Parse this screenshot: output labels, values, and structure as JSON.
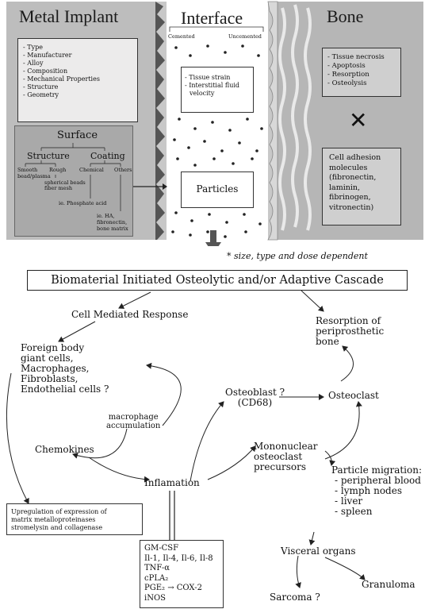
{
  "metal": {
    "title": "Metal Implant",
    "props": [
      "- Type",
      "- Manufacturer",
      "- Alloy",
      "- Composition",
      "- Mechanical Properties",
      "- Structure",
      "- Geometry"
    ],
    "surface": {
      "title": "Surface",
      "structure": "Structure",
      "coating": "Coating",
      "smooth": "Smooth",
      "rough": "Rough",
      "chemical": "Chemical",
      "others": "Others",
      "bead": "bead/plasma",
      "spherical": "spherical beads",
      "fiber": "fiber mesh",
      "phosphate": "ie. Phosphate acid",
      "ha": "ie. HA, fibronectin, bone matrix"
    }
  },
  "interface": {
    "title": "Interface",
    "cemented": "Cemented",
    "uncemented": "Uncemented",
    "strain_lines": [
      "- Tissue strain",
      "- Interstitial fluid",
      "  velocity"
    ],
    "particles": "Particles"
  },
  "bone": {
    "title": "Bone",
    "effects": [
      "- Tissue necrosis",
      "- Apoptosis",
      "- Resorption",
      "- Osteolysis"
    ],
    "cross": "✕",
    "adhesion": [
      "Cell adhesion",
      "molecules",
      "(fibronectin,",
      "laminin,",
      "fibrinogen,",
      "vitronectin)"
    ]
  },
  "note": "* size, type and dose dependent",
  "cascade_title": "Biomaterial Initiated Osteolytic and/or Adaptive Cascade",
  "nodes": {
    "cell_mediated": "Cell Mediated Response",
    "foreign_body": [
      "Foreign body",
      "giant cells,",
      "Macrophages,",
      "Fibroblasts,",
      "Endothelial cells ?"
    ],
    "macrophage_acc": [
      "macrophage",
      "accumulation"
    ],
    "chemokines": "Chemokines",
    "inflamation": "Inflamation",
    "osteoblast": [
      "Osteoblast ?",
      "(CD68)"
    ],
    "osteoclast": "Osteoclast",
    "resorption": [
      "Resorption of",
      "periprosthetic",
      "bone"
    ],
    "mononuclear": [
      "Mononuclear",
      "osteoclast",
      "precursors"
    ],
    "migration": [
      "Particle migration:",
      "- peripheral blood",
      "- lymph nodes",
      "- liver",
      "- spleen"
    ],
    "visceral": "Visceral organs",
    "sarcoma": "Sarcoma ?",
    "granuloma": "Granuloma",
    "upregulation": [
      "Upregulation of expression of",
      "matrix metalloproteinases",
      "stromelysin and collagenase"
    ],
    "cytokines": [
      "GM-CSF",
      "Il-1, Il-4, Il-6, Il-8",
      "TNF-α",
      "cPLA₂",
      "PGE₂  →  COX-2",
      "iNOS"
    ]
  }
}
